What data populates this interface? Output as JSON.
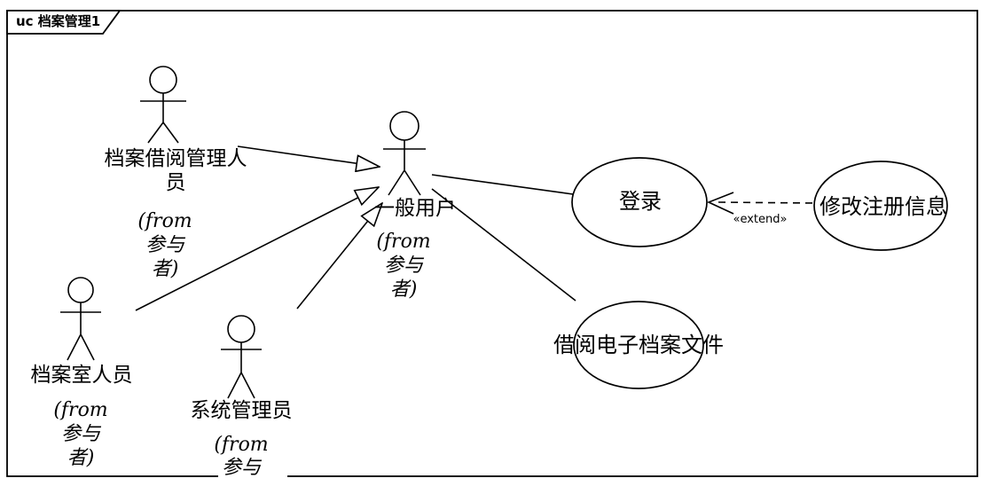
{
  "frame": {
    "title": "uc 档案管理1"
  },
  "actors": [
    {
      "id": "archive-borrowing-manager",
      "name": "档案借阅管理人\n员",
      "stereotype": "(from\n参与\n者)"
    },
    {
      "id": "general-user",
      "name": "一般用户",
      "stereotype": "(from\n参与\n者)"
    },
    {
      "id": "archive-room-staff",
      "name": "档案室人员",
      "stereotype": "(from\n参与\n者)"
    },
    {
      "id": "system-administrator",
      "name": "系统管理员",
      "stereotype": "(from\n参与"
    }
  ],
  "use_cases": [
    {
      "id": "login",
      "label": "登录"
    },
    {
      "id": "modify-registration-info",
      "label": "修改注册信息"
    },
    {
      "id": "borrow-electronic-archive-files",
      "label": "借阅电子档案文件"
    }
  ],
  "relationships": {
    "extend_label": "«extend»"
  },
  "colors": {
    "line": "#000000",
    "background": "#ffffff"
  }
}
